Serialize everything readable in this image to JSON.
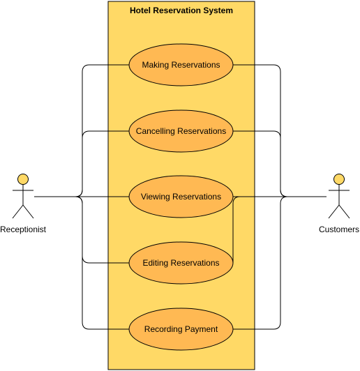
{
  "system": {
    "title": "Hotel Reservation System",
    "fill": "#ffd966",
    "stroke": "#000000"
  },
  "actors": {
    "left": {
      "name": "Receptionist",
      "head_color": "#ffd966"
    },
    "right": {
      "name": "Customers",
      "head_color": "#ffd966"
    }
  },
  "use_cases": [
    {
      "label": "Making Reservations"
    },
    {
      "label": "Cancelling Reservations"
    },
    {
      "label": "Viewing Reservations"
    },
    {
      "label": "Editing Reservations"
    },
    {
      "label": "Recording Payment"
    }
  ],
  "colors": {
    "usecase_fill": "#ffb953",
    "usecase_stroke": "#000000",
    "connector": "#000000"
  }
}
